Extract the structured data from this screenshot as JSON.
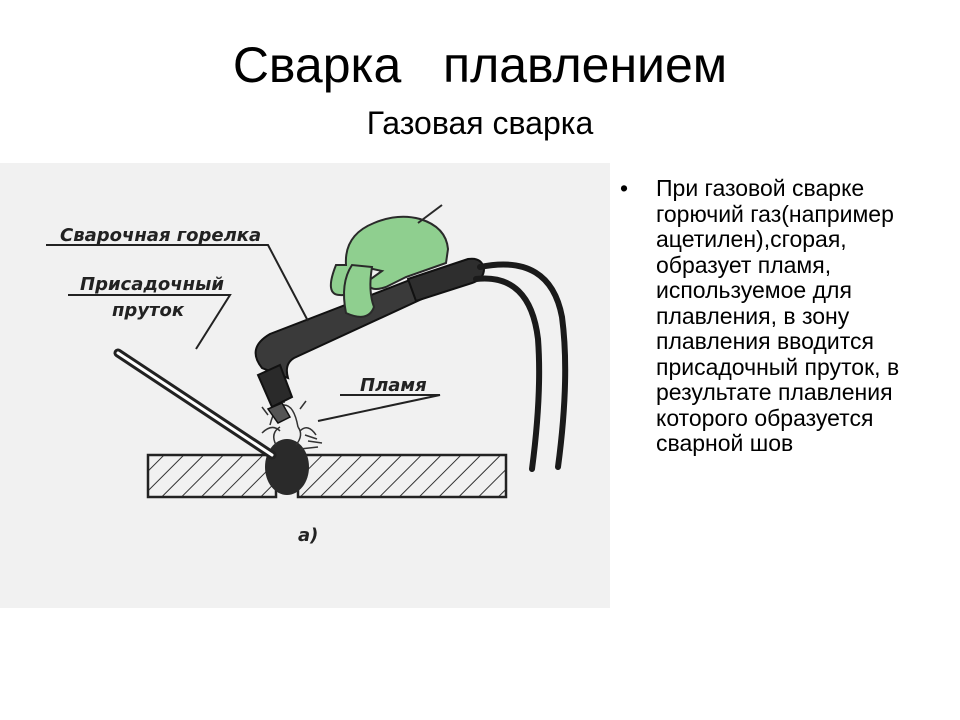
{
  "slide": {
    "title": "Сварка   плавлением",
    "subtitle": "Газовая сварка"
  },
  "figure": {
    "labels": {
      "torch": "Сварочная горелка",
      "rod_line1": "Присадочный",
      "rod_line2": "пруток",
      "flame": "Пламя",
      "caption": "а)"
    }
  },
  "bullets": [
    "При газовой сварке горючий газ(например ацетилен),сгорая, образует пламя, используемое для плавления, в зону плавления вводится присадочный пруток, в результате плавления которого образуется сварной шов"
  ],
  "colors": {
    "hand": "#8fcf8f",
    "background": "#ffffff",
    "figure_bg": "#f1f1f1"
  }
}
